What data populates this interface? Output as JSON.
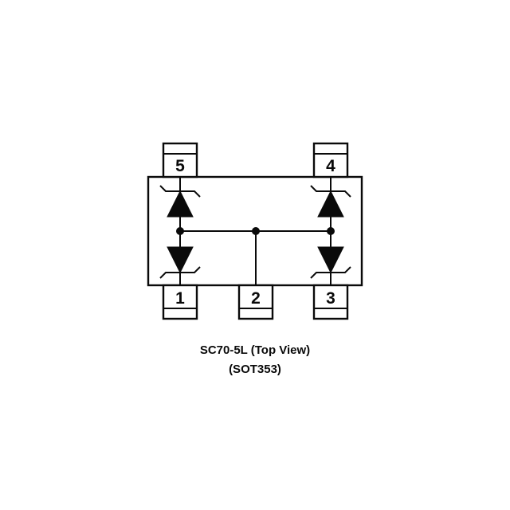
{
  "diagram": {
    "caption": {
      "line1": "SC70-5L (Top View)",
      "line2": "(SOT353)"
    },
    "pins": [
      {
        "number": "1",
        "position": "bottom-left"
      },
      {
        "number": "2",
        "position": "bottom-center"
      },
      {
        "number": "3",
        "position": "bottom-right"
      },
      {
        "number": "4",
        "position": "top-right"
      },
      {
        "number": "5",
        "position": "top-left"
      }
    ],
    "colors": {
      "line": "#0a0a0a",
      "background": "#ffffff"
    }
  }
}
